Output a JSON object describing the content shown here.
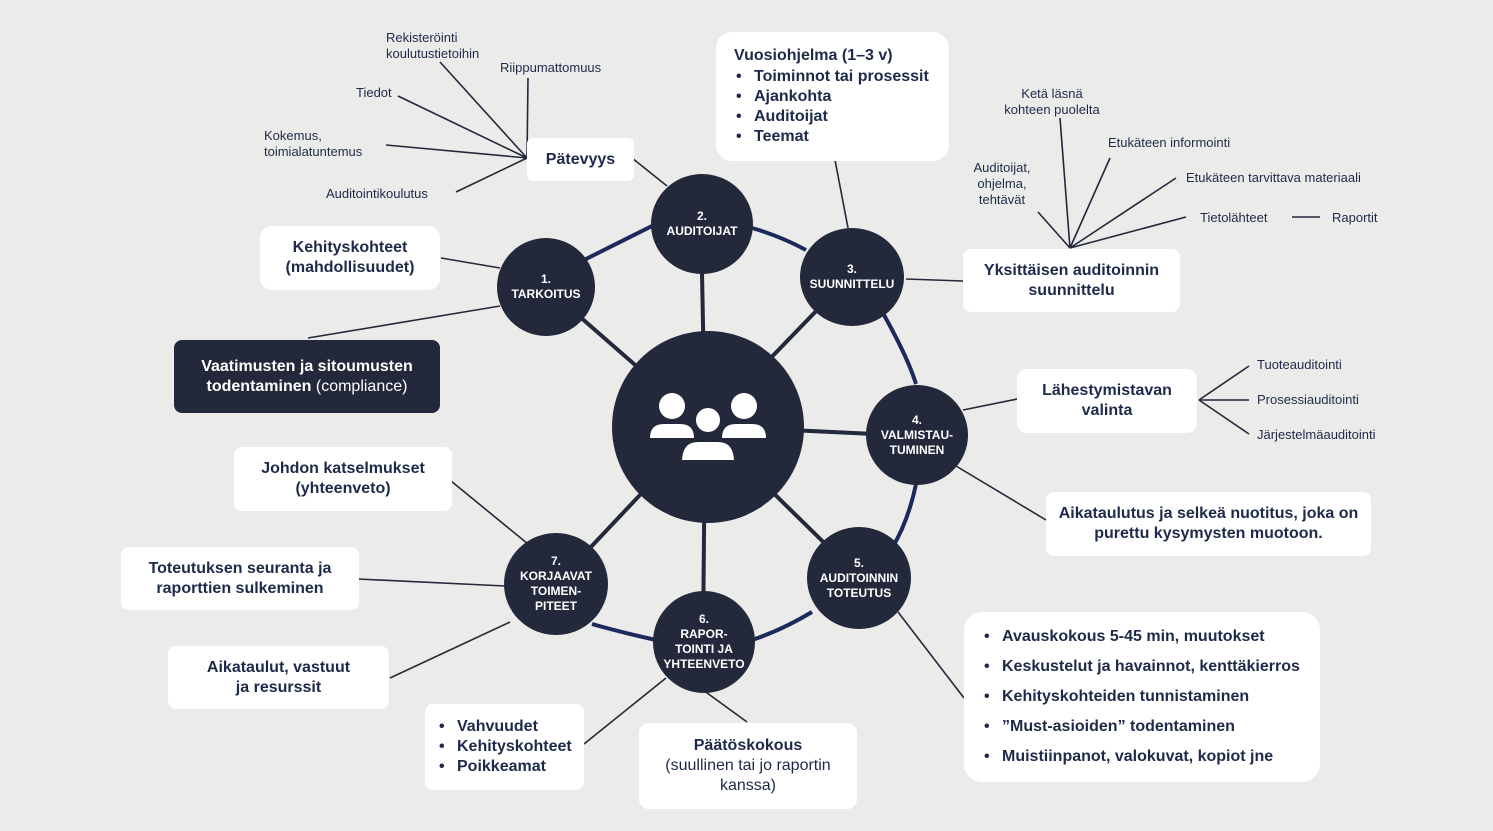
{
  "center": {
    "icon": "people-group-icon"
  },
  "nodes": [
    {
      "num": "1.",
      "lines": [
        "TARKOITUS"
      ]
    },
    {
      "num": "2.",
      "lines": [
        "AUDITOIJAT"
      ]
    },
    {
      "num": "3.",
      "lines": [
        "SUUNNITTELU"
      ]
    },
    {
      "num": "4.",
      "lines": [
        "VALMISTAU-",
        "TUMINEN"
      ]
    },
    {
      "num": "5.",
      "lines": [
        "AUDITOINNIN",
        "TOTEUTUS"
      ]
    },
    {
      "num": "6.",
      "lines": [
        "RAPOR-",
        "TOINTI JA",
        "YHTEENVETO"
      ]
    },
    {
      "num": "7.",
      "lines": [
        "KORJAAVAT",
        "TOIMEN-",
        "PITEET"
      ]
    }
  ],
  "boxes": {
    "kehityskohteet": {
      "line1": "Kehityskohteet",
      "line2": "(mahdollisuudet)"
    },
    "compliance": {
      "bold1": "Vaatimusten ja sitoumusten",
      "bold2": "todentaminen",
      "normal": " (compliance)"
    },
    "patevyys": "Pätevyys",
    "vuosiohjelma": {
      "title": "Vuosiohjelma (1–3 v)",
      "items": [
        "Toiminnot tai prosessit",
        "Ajankohta",
        "Auditoijat",
        "Teemat"
      ]
    },
    "yksittaisen": {
      "line1": "Yksittäisen auditoinnin",
      "line2": "suunnittelu"
    },
    "lahestymistavan": {
      "line1": "Lähestymistavan",
      "line2": "valinta"
    },
    "aikataulutus": {
      "line1": "Aikataulutus ja selkeä nuotitus, joka on",
      "line2": "purettu kysymysten muotoon."
    },
    "toteutus_list": [
      "Avauskokous 5-45 min, muutokset",
      "Keskustelut ja havainnot, kenttäkierros",
      "Kehityskohteiden tunnistaminen",
      "”Must-asioiden” todentaminen",
      "Muistiinpanot, valokuvat, kopiot jne"
    ],
    "paatoskokous": {
      "title": "Päätöskokous",
      "line2": "(suullinen tai jo raportin",
      "line3": "kanssa)"
    },
    "raportti_list": [
      "Vahvuudet",
      "Kehityskohteet",
      "Poikkeamat"
    ],
    "aikataulut": {
      "line1": "Aikataulut, vastuut",
      "line2": "ja resurssit"
    },
    "toteutuksen": {
      "line1": "Toteutuksen seuranta ja",
      "line2": "raporttien sulkeminen"
    },
    "johdon": {
      "line1": "Johdon katselmukset",
      "line2": "(yhteenveto)"
    }
  },
  "labels": {
    "rekisterointi": [
      "Rekisteröinti",
      "koulutustietoihin"
    ],
    "riippumattomuus": "Riippumattomuus",
    "tiedot": "Tiedot",
    "kokemus": [
      "Kokemus,",
      "toimialatuntemus"
    ],
    "auditointikoulutus": "Auditointikoulutus",
    "keta": [
      "Ketä läsnä",
      "kohteen puolelta"
    ],
    "etukateen_informointi": "Etukäteen informointi",
    "etukateen_materiaali": "Etukäteen tarvittava materiaali",
    "auditoijat": [
      "Auditoijat,",
      "ohjelma,",
      "tehtävät"
    ],
    "tietolahteet": "Tietolähteet",
    "raportit": "Raportit",
    "tuoteauditointi": "Tuoteauditointi",
    "prosessiauditointi": "Prosessiauditointi",
    "jarjestelmaauditointi": "Järjestelmäauditointi"
  },
  "colors": {
    "node": "#23283a",
    "ring": "#1b2a5c",
    "text": "#1e2a4a",
    "background": "#ebebea"
  }
}
